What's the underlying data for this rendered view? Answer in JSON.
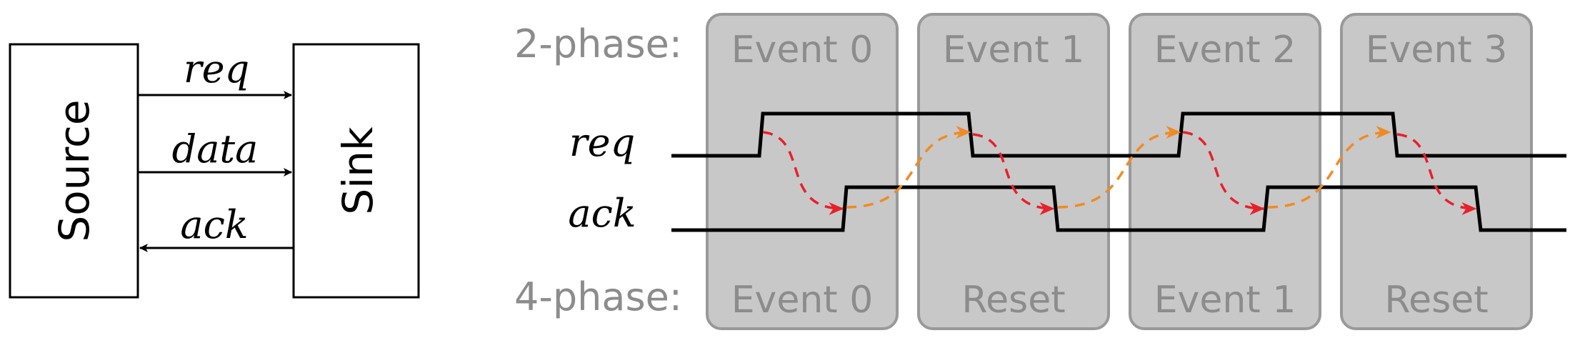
{
  "left_diagram": {
    "source_label": "Source",
    "sink_label": "Sink",
    "signals": [
      "req",
      "data",
      "ack"
    ]
  },
  "timing": {
    "two_phase_label": "2-phase:",
    "four_phase_label": "4-phase:",
    "two_phase_events": [
      "Event 0",
      "Event 1",
      "Event 2",
      "Event 3"
    ],
    "four_phase_events": [
      "Event 0",
      "Reset",
      "Event 1",
      "Reset"
    ],
    "req_label": "req",
    "ack_label": "ack"
  },
  "colors": {
    "event_box_fill": "#c8c8c8",
    "event_box_stroke": "#999999",
    "phase_text": "#8c8c8c",
    "waveform": "#000000",
    "req_to_ack_arrow": "#e8202a",
    "ack_to_req_arrow": "#f08a24"
  }
}
